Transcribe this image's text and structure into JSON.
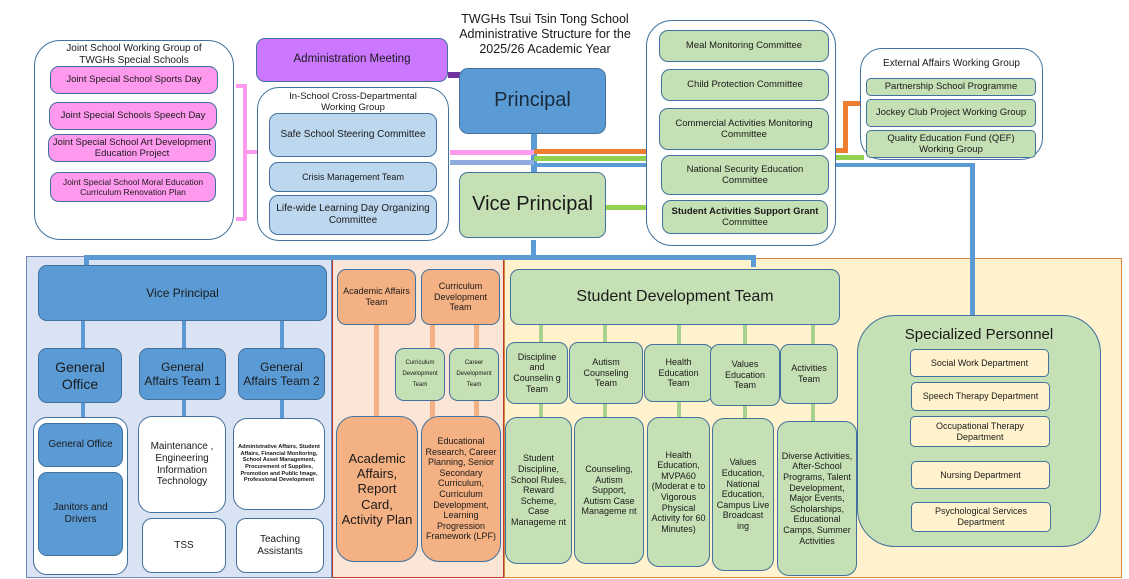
{
  "title": [
    "TWGHs Tsui Tsin Tong School",
    "Administrative Structure for the",
    "2025/26 Academic Year"
  ],
  "principal": "Principal",
  "vice_principal_top": "Vice Principal",
  "administration_meeting": "Administration Meeting",
  "joint_school_group": {
    "title": "Joint School Working Group of TWGHs Special Schools",
    "items": [
      "Joint Special School Sports Day",
      "Joint Special Schools Speech Day",
      "Joint Special School Art Development Education Project",
      "Joint Special School Moral Education Curriculum Renovation Plan"
    ]
  },
  "cross_dept_group": {
    "title": "In-School Cross-Departmental Working Group",
    "items": [
      "Safe School Steering Committee",
      "Crisis Management Team",
      "Life-wide Learning Day Organizing Committee"
    ]
  },
  "committees": {
    "items": [
      "Meal Monitoring Committee",
      "Child Protection Committee",
      "Commercial Activities Monitoring Committee",
      "National Security Education Committee"
    ],
    "last_bold": "Student Activities Support Grant",
    "last_rest": "Committee"
  },
  "external_affairs": {
    "title": "External Affairs Working Group",
    "items": [
      "Partnership School Programme",
      "Jockey Club Project Working Group",
      "Quality Education Fund (QEF) Working Group"
    ]
  },
  "general_affairs": {
    "vice_principal": "Vice Principal",
    "general_office": "General Office",
    "team1": "General Affairs Team 1",
    "team2": "General Affairs Team 2",
    "office_units": [
      "General Office",
      "Janitors and Drivers"
    ],
    "team1_duties": "Maintenance , Engineering Information Technology",
    "team1_sub": "TSS",
    "team2_duties": "Administrative Affairs, Student Affairs, Financial Monitoring, School Asset Management, Procurement of Supplies, Promotion and Public Image, Professional Development",
    "team2_sub": "Teaching Assistants"
  },
  "academic": {
    "academic_affairs_team": "Academic Affairs Team",
    "curriculum_dev_team": "Curriculum Development Team",
    "sub_curriculum": "Curriculum Development Team",
    "sub_career": "Career Development Team",
    "academic_duties": "Academic Affairs, Report Card, Activity Plan",
    "curriculum_duties": "Educational Research, Career Planning, Senior Secondary Curriculum, Curriculum Development, Learning Progression Framework (LPF)"
  },
  "student_development": {
    "title": "Student Development Team",
    "teams": [
      {
        "name": "Discipline and Counselin g Team",
        "duties": "Student Discipline, School Rules, Reward Scheme, Case Manageme nt"
      },
      {
        "name": "Autism Counseling Team",
        "duties": "Counseling, Autism Support, Autism Case Manageme nt"
      },
      {
        "name": "Health Education Team",
        "duties": "Health Education, MVPA60 (Moderat e to Vigorous Physical Activity for 60 Minutes)"
      },
      {
        "name": "Values Education Team",
        "duties": "Values Education, National Education, Campus Live Broadcast ing"
      },
      {
        "name": "Activities Team",
        "duties": "Diverse Activities, After-School Programs, Talent Development, Major Events, Scholarships, Educational Camps, Summer Activities"
      }
    ]
  },
  "specialized_personnel": {
    "title": "Specialized Personnel",
    "items": [
      "Social Work Department",
      "Speech Therapy Department",
      "Occupational Therapy Department",
      "Nursing Department",
      "Psychological Services Department"
    ]
  },
  "colors": {
    "blue": "#5b9bd5",
    "green": "#c5e0b4",
    "pink": "#ff99ee",
    "purple": "#cc77ff",
    "orange": "#f4b183",
    "cream": "#fff2cc",
    "light_blue": "#bdd7ee"
  }
}
